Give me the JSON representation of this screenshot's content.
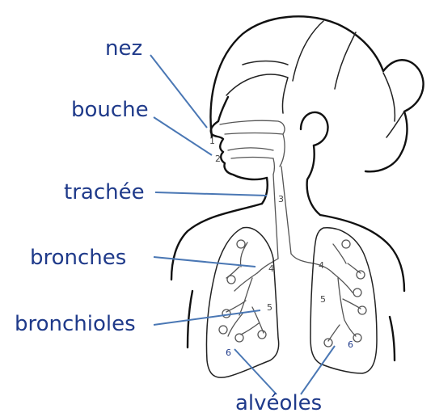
{
  "labels": {
    "nez": "nez",
    "bouche": "bouche",
    "trachee": "trachée",
    "bronches": "bronches",
    "bronchioles": "bronchioles",
    "alveoles": "alvéoles"
  },
  "numbers": {
    "n1": "1",
    "n2": "2",
    "n3": "3",
    "n4_left": "4",
    "n4_right": "4",
    "n5_left": "5",
    "n5_right": "5",
    "n6_left": "6",
    "n6_right": "6"
  },
  "colors": {
    "label_text": "#1f3a8a",
    "pointer_line": "#4a77b4",
    "drawing_ink": "#111111"
  }
}
